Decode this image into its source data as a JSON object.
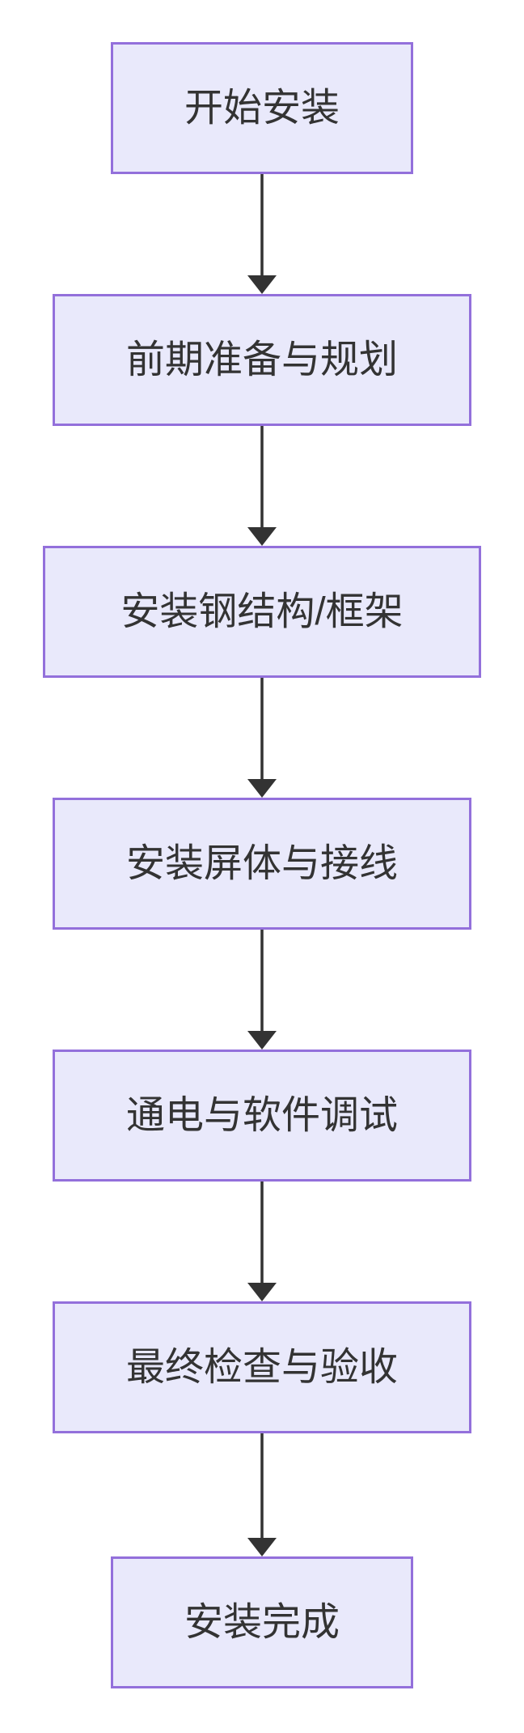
{
  "diagram": {
    "type": "flowchart",
    "direction": "top-down",
    "nodes": [
      {
        "id": "start",
        "label": "开始安装"
      },
      {
        "id": "prep",
        "label": "前期准备与规划"
      },
      {
        "id": "steel",
        "label": "安装钢结构/框架"
      },
      {
        "id": "panel",
        "label": "安装屏体与接线"
      },
      {
        "id": "debug",
        "label": "通电与软件调试"
      },
      {
        "id": "check",
        "label": "最终检查与验收"
      },
      {
        "id": "done",
        "label": "安装完成"
      }
    ],
    "edges": [
      {
        "from": "start",
        "to": "prep"
      },
      {
        "from": "prep",
        "to": "steel"
      },
      {
        "from": "steel",
        "to": "panel"
      },
      {
        "from": "panel",
        "to": "debug"
      },
      {
        "from": "debug",
        "to": "check"
      },
      {
        "from": "check",
        "to": "done"
      }
    ],
    "colors": {
      "background": "#FFFFFF",
      "node_fill": "#E9E9FB",
      "node_border": "#9370DB",
      "text": "#333333",
      "arrow": "#333333"
    }
  }
}
